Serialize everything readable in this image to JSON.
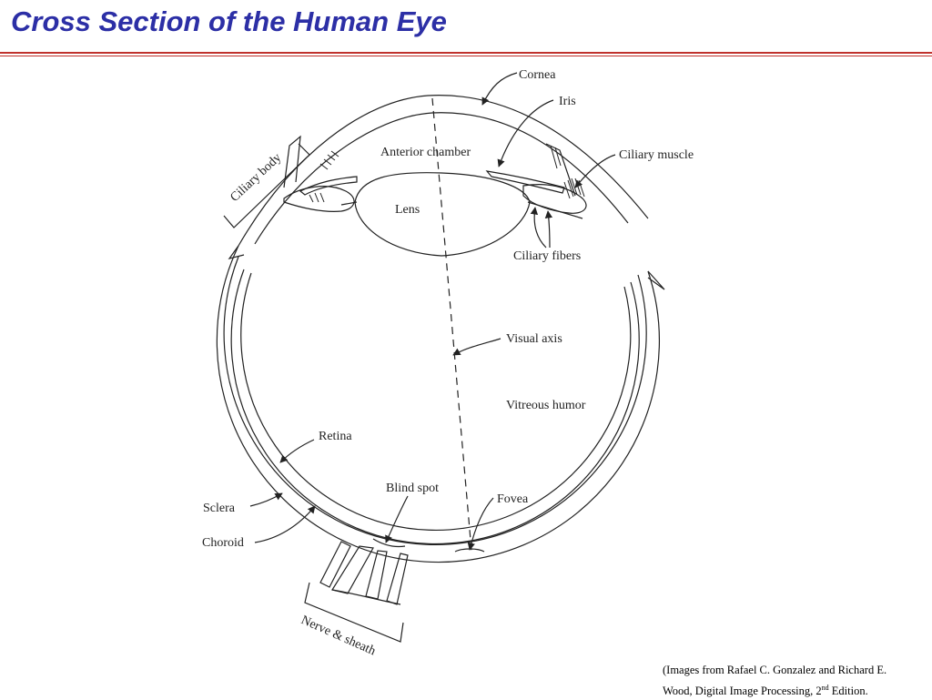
{
  "title": "Cross Section of the Human Eye",
  "labels": {
    "cornea": "Cornea",
    "iris": "Iris",
    "ciliary_muscle": "Ciliary muscle",
    "ciliary_body": "Ciliary body",
    "anterior_chamber": "Anterior chamber",
    "lens": "Lens",
    "ciliary_fibers": "Ciliary fibers",
    "visual_axis": "Visual axis",
    "vitreous_humor": "Vitreous humor",
    "retina": "Retina",
    "sclera": "Sclera",
    "choroid": "Choroid",
    "blind_spot": "Blind spot",
    "fovea": "Fovea",
    "nerve_sheath": "Nerve & sheath"
  },
  "credit": {
    "line1": "(Images from Rafael C. Gonzalez and Richard E.",
    "line2_pre": "Wood, Digital Image Processing, 2",
    "line2_sup": "nd",
    "line2_post": " Edition."
  },
  "colors": {
    "title": "#2c2fa6",
    "rule": "#c0322d",
    "line": "#222222"
  }
}
